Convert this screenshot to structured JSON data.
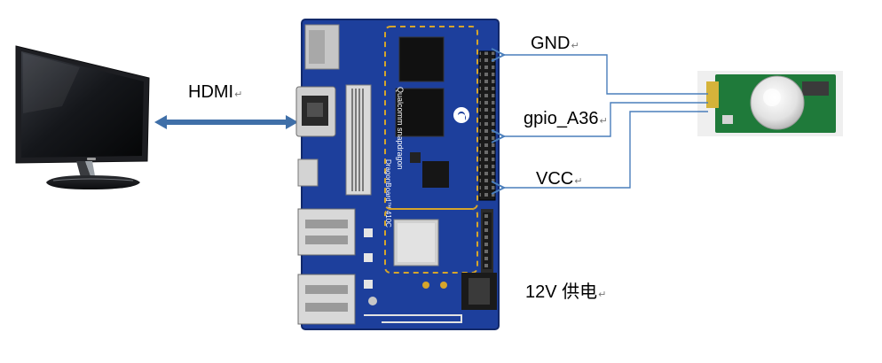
{
  "labels": {
    "hdmi": "HDMI",
    "gnd": "GND",
    "gpio": "gpio_A36",
    "vcc": "VCC",
    "power": "12V 供电",
    "return_mark": "↵"
  },
  "board": {
    "brand": "Qualcomm snapdragon",
    "model": "DragonBoard™ 410C"
  },
  "colors": {
    "wire": "#4a7ebb",
    "hdmi_cable": "#3f6fa8",
    "board": "#1d3f9c",
    "board_dark": "#15307a",
    "sensor_pcb": "#1f7a3a"
  },
  "icons": {
    "monitor": "lg-monitor-icon",
    "sensor": "pir-motion-sensor-icon"
  }
}
